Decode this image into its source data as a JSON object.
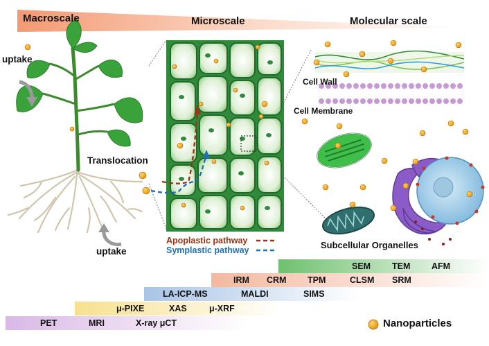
{
  "scales": {
    "macro": "Macroscale",
    "micro": "Microscale",
    "molecular": "Molecular scale"
  },
  "plant": {
    "uptake_top": "uptake",
    "translocation": "Translocation",
    "uptake_bottom": "uptake"
  },
  "molecular": {
    "cell_wall": "Cell Wall",
    "cell_membrane": "Cell Membrane",
    "organelles": "Subcellular Organelles"
  },
  "pathways": {
    "apoplastic": "Apoplastic pathway",
    "symplastic": "Symplastic pathway"
  },
  "techniques": {
    "electron": [
      "SEM",
      "TEM",
      "AFM"
    ],
    "optical": [
      "IRM",
      "CRM",
      "TPM",
      "CLSM",
      "SRM"
    ],
    "mass_spec": [
      "LA-ICP-MS",
      "MALDI",
      "SIMS"
    ],
    "xray": [
      "μ-PIXE",
      "XAS",
      "μ-XRF"
    ],
    "imaging": [
      "PET",
      "MRI",
      "X-ray μCT"
    ]
  },
  "legend": {
    "nanoparticles": "Nanoparticles"
  },
  "colors": {
    "nanoparticle": "#f2a51e",
    "apoplastic": "#9a3412",
    "symplastic": "#1e6fb8",
    "leaf": "#3aa23a",
    "root": "#c9bfa3",
    "band_electron": "#6fc06f",
    "band_optical": "#f4b89e",
    "band_mass_spec": "#a9c4e6",
    "band_xray": "#f7e08f",
    "band_imaging": "#d9b8e6"
  }
}
